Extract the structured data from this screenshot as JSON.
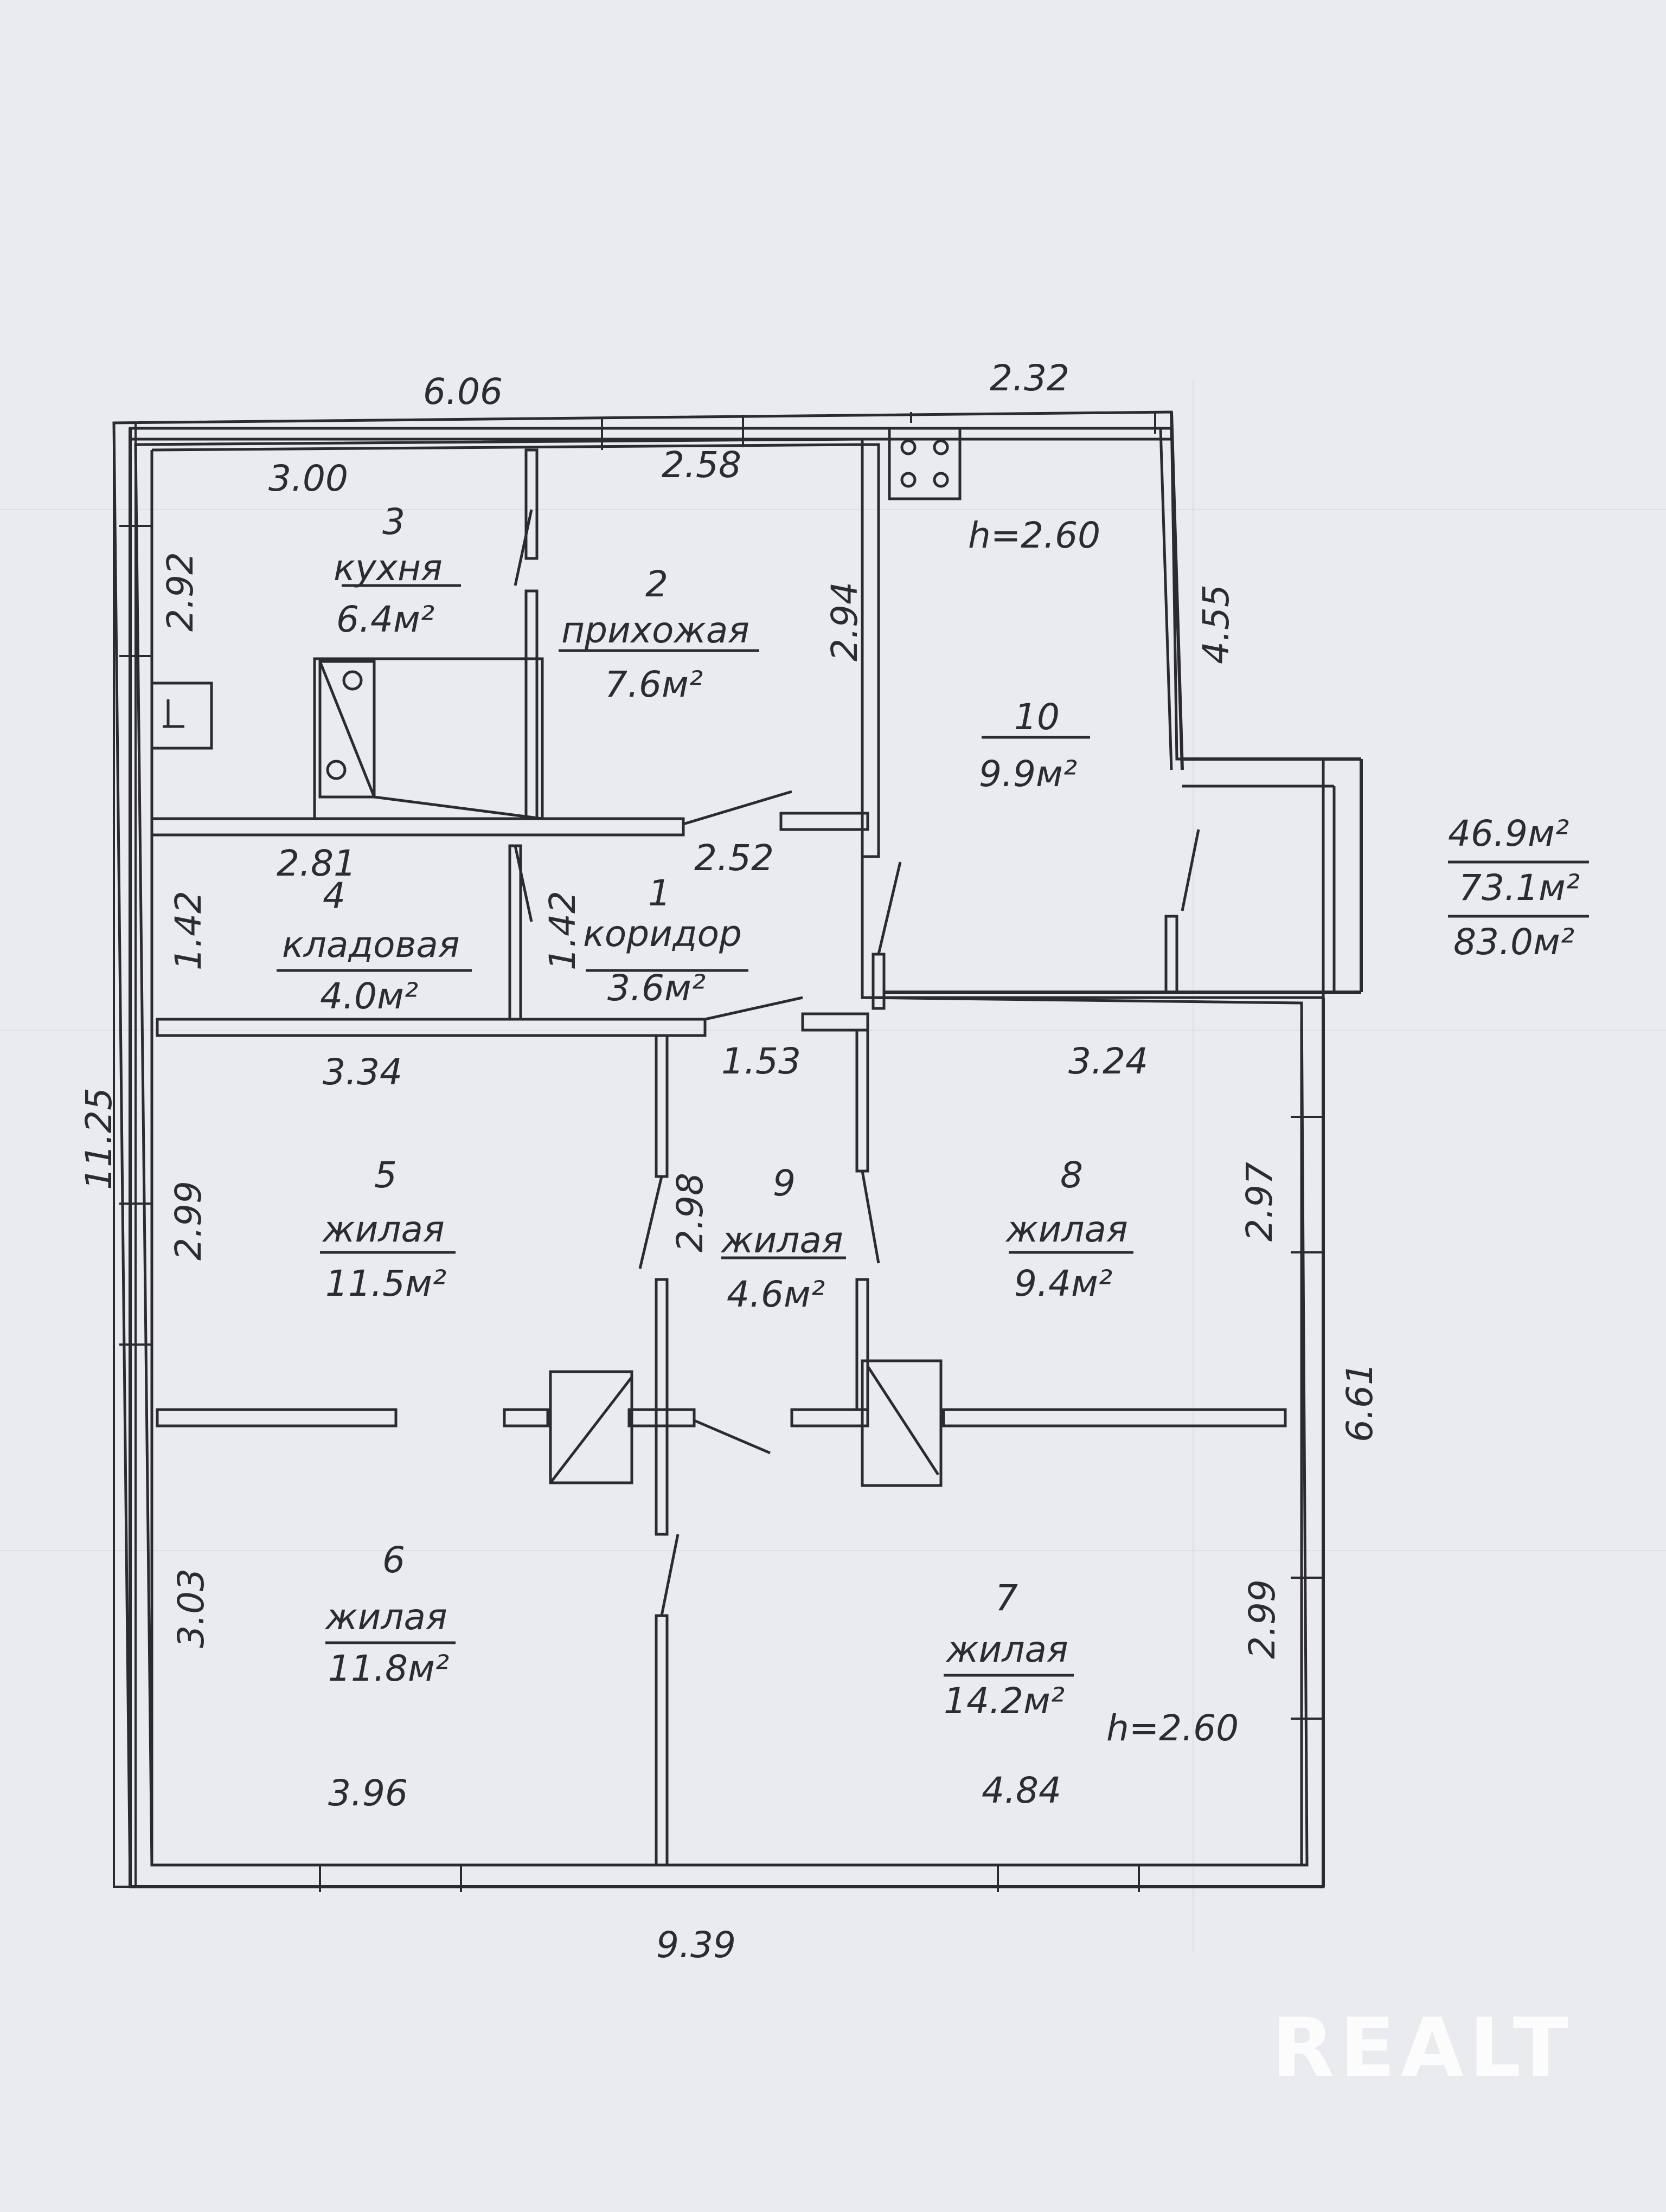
{
  "rooms": [
    {
      "id": "1",
      "num": "1",
      "name": "коридор",
      "area": "3.6м²"
    },
    {
      "id": "2",
      "num": "2",
      "name": "прихожая",
      "area": "7.6м²"
    },
    {
      "id": "3",
      "num": "3",
      "name": "кухня",
      "area": "6.4м²"
    },
    {
      "id": "4",
      "num": "4",
      "name": "кладовая",
      "area": "4.0м²"
    },
    {
      "id": "5",
      "num": "5",
      "name": "жилая",
      "area": "11.5м²"
    },
    {
      "id": "6",
      "num": "6",
      "name": "жилая",
      "area": "11.8м²"
    },
    {
      "id": "7",
      "num": "7",
      "name": "жилая",
      "area": "14.2м²"
    },
    {
      "id": "8",
      "num": "8",
      "name": "жилая",
      "area": "9.4м²"
    },
    {
      "id": "9",
      "num": "9",
      "name": "жилая",
      "area": "4.6м²"
    },
    {
      "id": "10",
      "num": "10",
      "name": "",
      "area": "9.9м²"
    }
  ],
  "dimensions": {
    "d_6_06": "6.06",
    "d_2_32": "2.32",
    "d_3_00": "3.00",
    "d_2_58": "2.58",
    "d_2_92": "2.92",
    "d_2_94": "2.94",
    "d_4_55": "4.55",
    "d_2_81": "2.81",
    "d_2_52": "2.52",
    "d_1_42_left": "1.42",
    "d_1_42_mid": "1.42",
    "d_3_34": "3.34",
    "d_1_53": "1.53",
    "d_3_24": "3.24",
    "d_11_25": "11.25",
    "d_2_99_left": "2.99",
    "d_2_98": "2.98",
    "d_2_97": "2.97",
    "d_6_61": "6.61",
    "d_3_03": "3.03",
    "d_2_99_right": "2.99",
    "d_3_96": "3.96",
    "d_4_84": "4.84",
    "d_9_39": "9.39"
  },
  "heights": {
    "room10": "h=2.60",
    "room7": "h=2.60"
  },
  "totals": {
    "living": "46.9м²",
    "useful": "73.1м²",
    "total": "83.0м²"
  },
  "watermark": "REALT"
}
